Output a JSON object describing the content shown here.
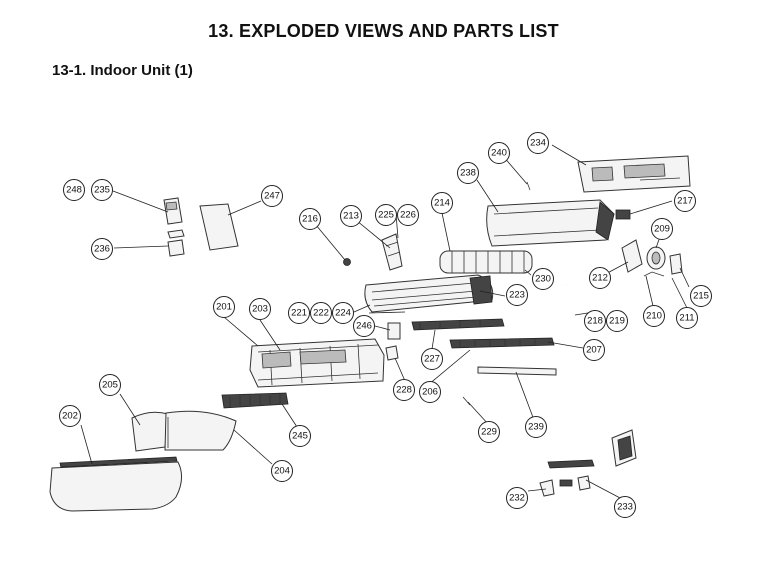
{
  "title": "13.  EXPLODED VIEWS AND PARTS LIST",
  "subtitle": "13-1.  Indoor Unit (1)",
  "callouts": {
    "c201": "201",
    "c202": "202",
    "c203": "203",
    "c204": "204",
    "c205": "205",
    "c206": "206",
    "c207": "207",
    "c209": "209",
    "c210": "210",
    "c211": "211",
    "c212": "212",
    "c213": "213",
    "c214": "214",
    "c215": "215",
    "c216": "216",
    "c217": "217",
    "c218": "218",
    "c219": "219",
    "c221": "221",
    "c222": "222",
    "c223": "223",
    "c224": "224",
    "c225": "225",
    "c226": "226",
    "c227": "227",
    "c228": "228",
    "c229": "229",
    "c230": "230",
    "c232": "232",
    "c233": "233",
    "c234": "234",
    "c235": "235",
    "c236": "236",
    "c238": "238",
    "c239": "239",
    "c240": "240",
    "c245": "245",
    "c246": "246",
    "c247": "247",
    "c248": "248"
  }
}
